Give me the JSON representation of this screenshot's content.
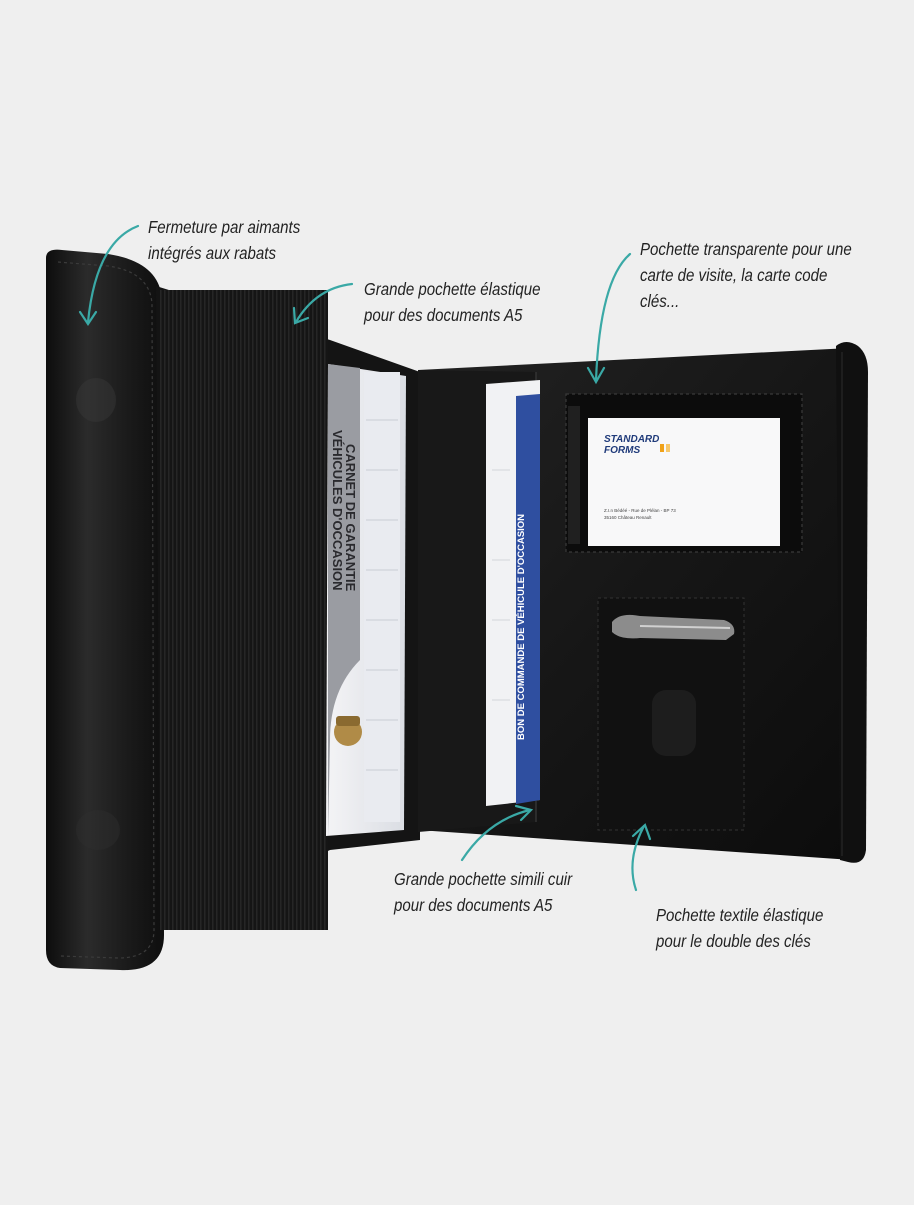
{
  "annotations": {
    "magnet_closure": {
      "line1": "Fermeture par aimants",
      "line2": "intégrés aux rabats"
    },
    "elastic_pocket": {
      "line1": "Grande pochette élastique",
      "line2": "pour des documents A5"
    },
    "transparent_pocket": {
      "line1": "Pochette transparente pour une",
      "line2": "carte de visite, la carte code",
      "line3": "clés..."
    },
    "leather_pocket": {
      "line1": "Grande pochette simili cuir",
      "line2": "pour des documents A5"
    },
    "textile_pocket": {
      "line1": "Pochette textile élastique",
      "line2": "pour le double des clés"
    }
  },
  "documents": {
    "warranty_booklet": {
      "line1": "CARNET DE GARANTIE",
      "line2": "VÉHICULES D'OCCASION"
    },
    "order_form": "BON DE COMMANDE DE VÉHICULE D'OCCASION"
  },
  "business_card": {
    "brand_line1": "STANDARD",
    "brand_line2": "FORMS",
    "address_line1": "Z.I.n Bédéé - Rue de Plélan - BP 73",
    "address_line2": "35160 Château Renault"
  },
  "colors": {
    "accent_teal": "#3aa9a6",
    "folder_black": "#151515",
    "background": "#efefef",
    "order_form_blue": "#2f4fa0"
  }
}
